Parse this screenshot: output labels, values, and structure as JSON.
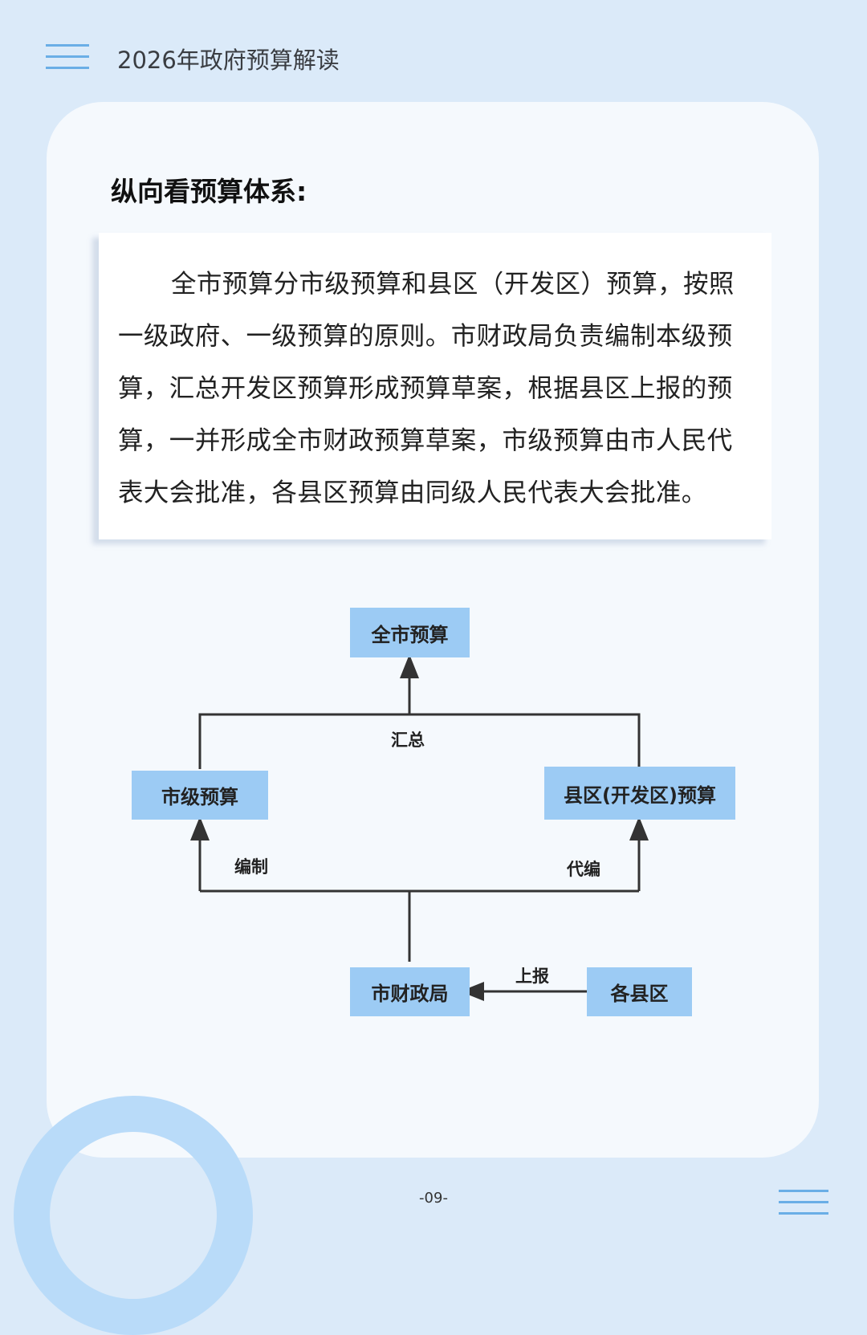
{
  "header": {
    "title": "2026年政府预算解读",
    "menu_icon": "hamburger-icon"
  },
  "section": {
    "heading": "纵向看预算体系:",
    "paragraph_lines": [
      "全市预算分市级预算和县区（开发区）预算，按照",
      "一级政府、一级预算的原则。市财政局负责编制本级预",
      "算，汇总开发区预算形成预算草案，根据县区上报的预",
      "算，一并形成全市财政预算草案，市级预算由市人民代",
      "表大会批准，各县区预算由同级人民代表大会批准。"
    ]
  },
  "diagram": {
    "nodes": {
      "city_total": "全市预算",
      "city_level": "市级预算",
      "county": "县区(开发区)预算",
      "finance_bureau": "市财政局",
      "counties": "各县区"
    },
    "edges": {
      "summarize": "汇总",
      "compile": "编制",
      "compile_on_behalf": "代编",
      "report": "上报"
    }
  },
  "footer": {
    "page_number": "-09-"
  }
}
